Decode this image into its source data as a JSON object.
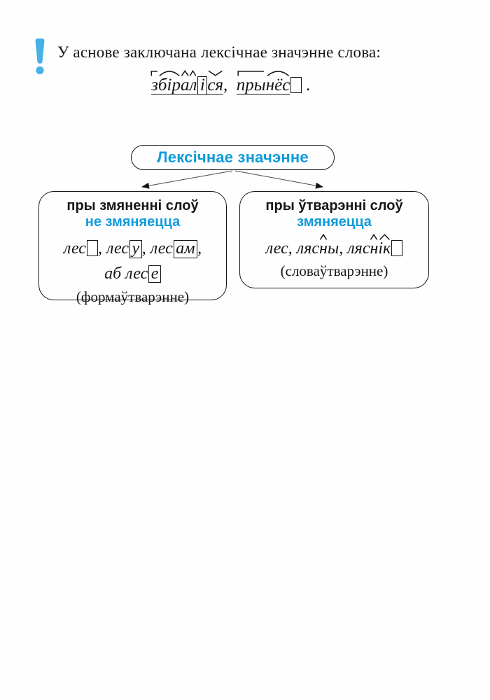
{
  "colors": {
    "accent": "#119bdb",
    "icon_blue": "#47b0e5",
    "ink": "#161616"
  },
  "note": {
    "icon": "exclamation-icon",
    "text": "У аснове заключана лексічнае значэнне слова:",
    "example_line": [
      {
        "word": "збіраліся",
        "after": ",  ",
        "segments": [
          {
            "t": "з",
            "m": "pre",
            "u": true
          },
          {
            "t": "бір",
            "m": "root",
            "u": true
          },
          {
            "t": "а",
            "m": "suf",
            "u": true
          },
          {
            "t": "л",
            "m": "suf",
            "u": true
          },
          {
            "t": "і",
            "m": "end"
          },
          {
            "t": "ся",
            "m": "post",
            "u": true
          }
        ]
      },
      {
        "word": "прынёс",
        "after": " .",
        "segments": [
          {
            "t": "пры",
            "m": "pre",
            "u": true
          },
          {
            "t": "нёс",
            "m": "root",
            "u": true
          },
          {
            "t": "",
            "m": "end"
          }
        ]
      }
    ]
  },
  "diagram": {
    "root_label": "Лексічнае значэнне",
    "left": {
      "title": "пры змяненні слоў",
      "subtitle": "не змяняецца",
      "caption": "(формаўтварэнне)",
      "lines": [
        [
          {
            "word": "лес",
            "after": ", ",
            "segments": [
              {
                "t": "лес"
              },
              {
                "t": "",
                "m": "end"
              }
            ]
          },
          {
            "word": "лесу",
            "after": ", ",
            "segments": [
              {
                "t": "лес"
              },
              {
                "t": "у",
                "m": "end"
              }
            ]
          },
          {
            "word": "лесам",
            "after": ",",
            "segments": [
              {
                "t": "лес"
              },
              {
                "t": "ам",
                "m": "end"
              }
            ]
          }
        ],
        [
          {
            "word": "аб лесе",
            "segments": [
              {
                "t": "аб лес"
              },
              {
                "t": "е",
                "m": "end"
              }
            ]
          }
        ]
      ]
    },
    "right": {
      "title": "пры ўтварэнні слоў",
      "subtitle": "змяняецца",
      "caption": "(словаўтварэнне)",
      "lines": [
        [
          {
            "word": "лес",
            "after": ", ",
            "segments": [
              {
                "t": "лес"
              }
            ]
          },
          {
            "word": "лясны",
            "after": ", ",
            "segments": [
              {
                "t": "ляс"
              },
              {
                "t": "н",
                "m": "suf"
              },
              {
                "t": "ы"
              }
            ]
          },
          {
            "word": "ляснік",
            "segments": [
              {
                "t": "ляс"
              },
              {
                "t": "н",
                "m": "suf"
              },
              {
                "t": "ік",
                "m": "suf"
              },
              {
                "t": "",
                "m": "end"
              }
            ]
          }
        ]
      ]
    }
  }
}
